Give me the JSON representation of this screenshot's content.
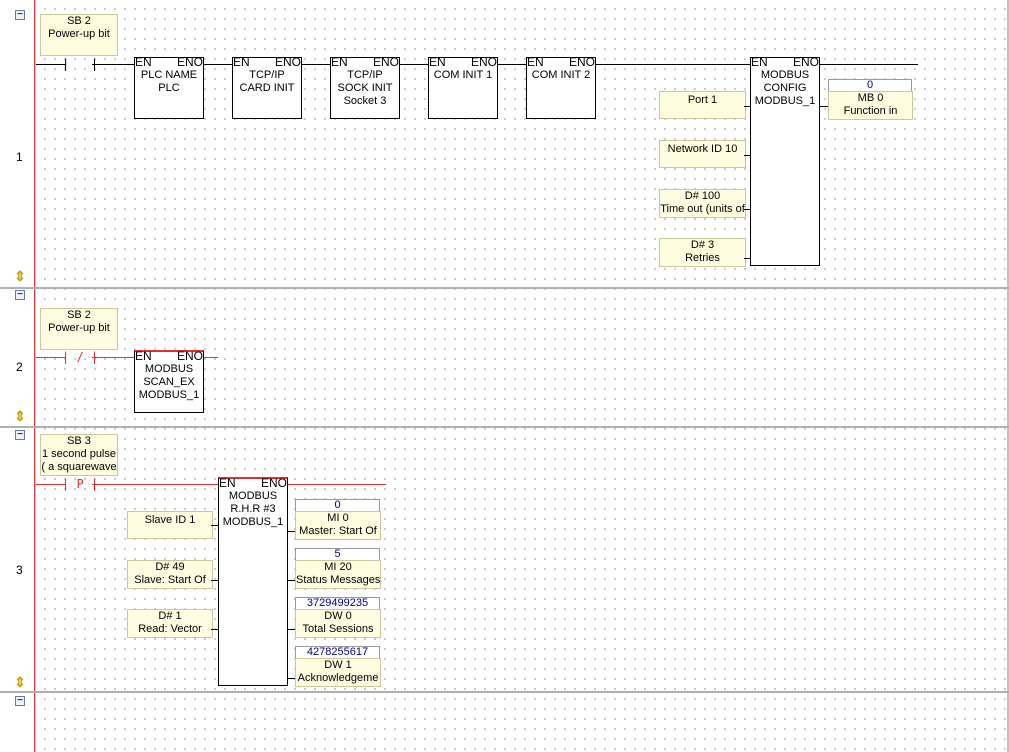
{
  "rungs": [
    {
      "number": "1",
      "contact_note": {
        "line1": "SB 2",
        "line2": "Power-up bit"
      },
      "blocks": [
        {
          "en": "EN",
          "eno": "ENO",
          "lines": [
            "PLC NAME",
            "PLC"
          ]
        },
        {
          "en": "EN",
          "eno": "ENO",
          "lines": [
            "TCP/IP",
            "CARD INIT"
          ]
        },
        {
          "en": "EN",
          "eno": "ENO",
          "lines": [
            "TCP/IP",
            "SOCK INIT",
            "Socket 3"
          ]
        },
        {
          "en": "EN",
          "eno": "ENO",
          "lines": [
            "COM INIT 1"
          ]
        },
        {
          "en": "EN",
          "eno": "ENO",
          "lines": [
            "COM INIT 2"
          ]
        },
        {
          "en": "EN",
          "eno": "ENO",
          "lines": [
            "MODBUS",
            "CONFIG",
            "MODBUS_1"
          ]
        }
      ],
      "inputs": [
        {
          "lines": [
            "Port 1"
          ]
        },
        {
          "lines": [
            "Network ID 10"
          ]
        },
        {
          "lines": [
            "D# 100",
            "Time out (units of"
          ]
        },
        {
          "lines": [
            "D# 3",
            "Retries"
          ]
        }
      ],
      "outputs": [
        {
          "value": "0",
          "lines": [
            "MB 0",
            "Function in"
          ]
        }
      ]
    },
    {
      "number": "2",
      "contact_note": {
        "line1": "SB 2",
        "line2": "Power-up bit"
      },
      "contact_symbol": "—|/|—",
      "blocks": [
        {
          "en": "EN",
          "eno": "ENO",
          "lines": [
            "MODBUS",
            "SCAN_EX",
            "MODBUS_1"
          ]
        }
      ]
    },
    {
      "number": "3",
      "contact_note": {
        "line1": "SB 3",
        "line2": "1 second pulse",
        "line3": "( a squarewave"
      },
      "contact_symbol": "—|P|—",
      "blocks": [
        {
          "en": "EN",
          "eno": "ENO",
          "lines": [
            "MODBUS",
            "R.H.R #3",
            "MODBUS_1"
          ]
        }
      ],
      "inputs": [
        {
          "lines": [
            "Slave ID 1"
          ]
        },
        {
          "lines": [
            "D# 49",
            "Slave: Start Of"
          ]
        },
        {
          "lines": [
            "D# 1",
            "Read: Vector"
          ]
        }
      ],
      "outputs": [
        {
          "value": "0",
          "lines": [
            "MI 0",
            "Master: Start Of"
          ]
        },
        {
          "value": "5",
          "lines": [
            "MI 20",
            "Status Messages"
          ]
        },
        {
          "value": "3729499235",
          "lines": [
            "DW 0",
            "Total Sessions"
          ]
        },
        {
          "value": "4278255617",
          "lines": [
            "DW 1",
            "Acknowledgeme"
          ]
        }
      ]
    },
    {
      "number": ""
    }
  ],
  "icons": {
    "collapse": "minus-icon",
    "resize": "vertical-resize-icon"
  },
  "glyphs": {
    "collapse": "−",
    "resize": "⇕"
  },
  "colors": {
    "note_bg": "#fffde0",
    "active_wire": "#e23030",
    "value_text": "#00008b",
    "resize_icon": "#caa000"
  }
}
